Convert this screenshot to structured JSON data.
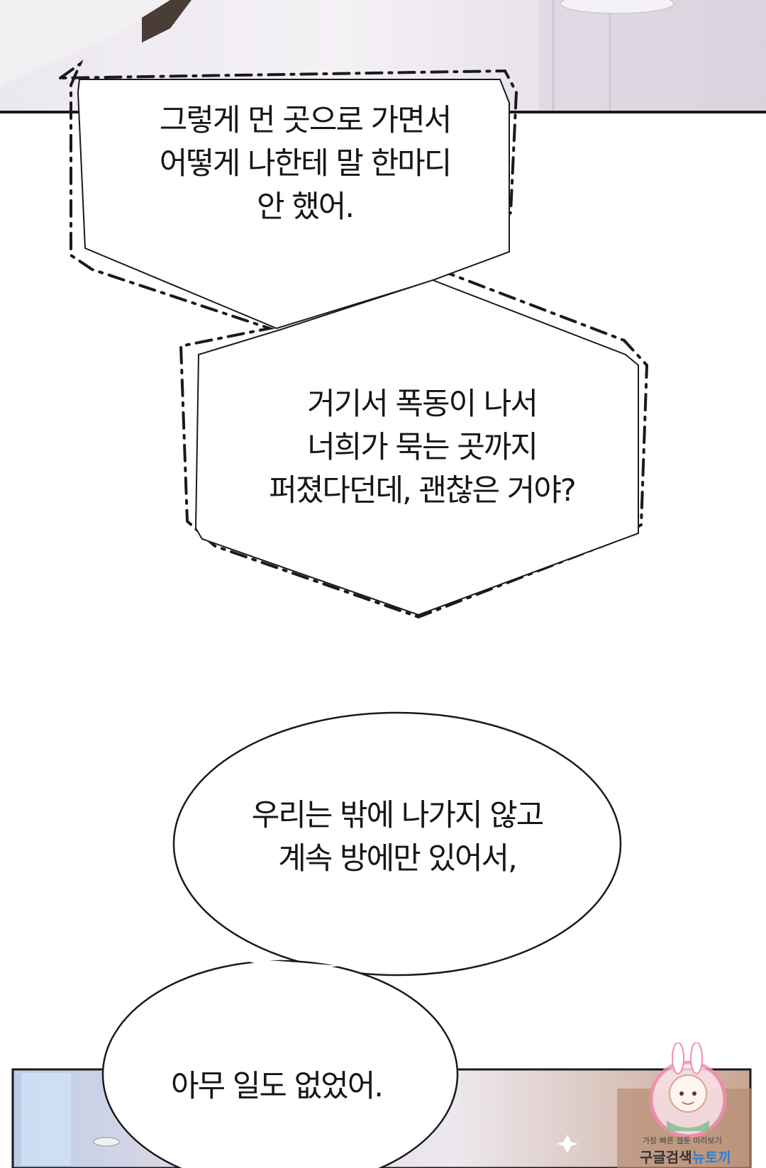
{
  "bubbles": {
    "first": "그렇게 먼 곳으로 가면서\n어떻게 나한테 말 한마디\n안 했어.",
    "second": "거기서 폭동이 나서\n너희가 묵는 곳까지\n퍼졌다던데, 괜찮은 거야?",
    "third": "우리는 밖에 나가지 않고\n계속 방에만 있어서,",
    "fourth": "아무 일도 없었어."
  },
  "watermark": {
    "line1": "가장 빠른 웹툰 미리보기",
    "line2_main": "구글검색",
    "line2_accent": "뉴토끼",
    "accent_color": "#2b7fd8"
  }
}
